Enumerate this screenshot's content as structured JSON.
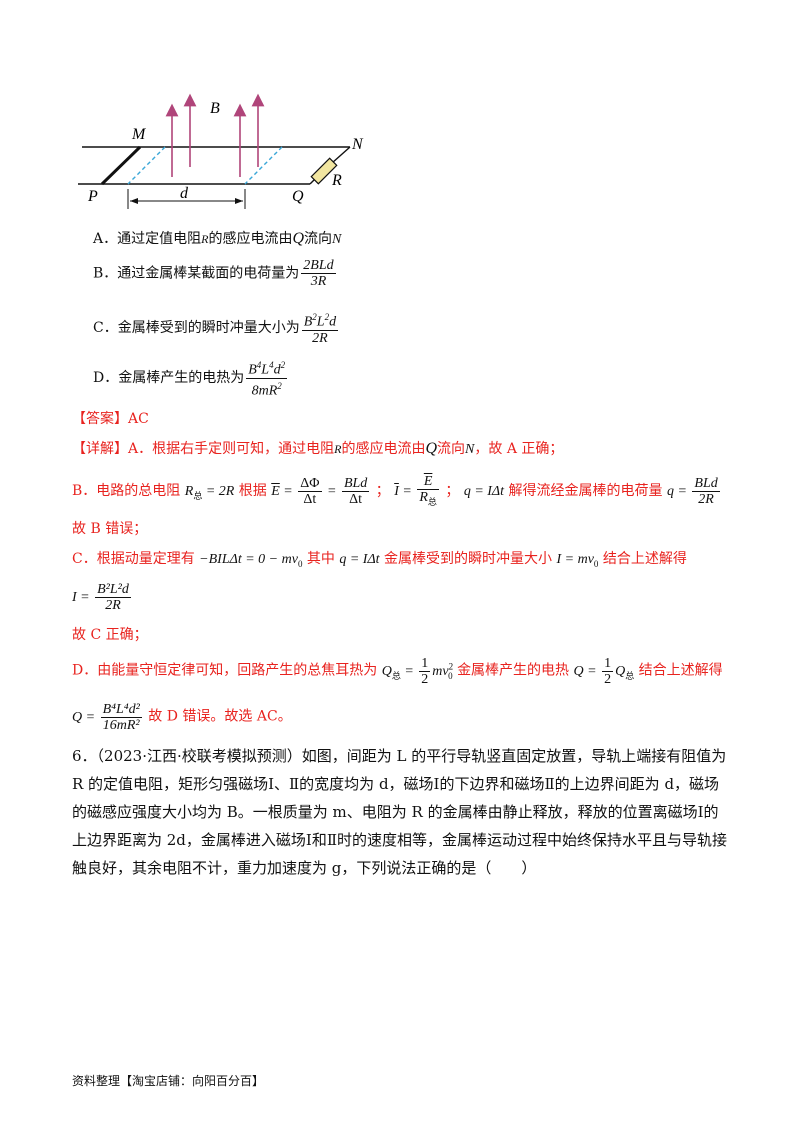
{
  "diagram": {
    "labels": {
      "B": "B",
      "M": "M",
      "N": "N",
      "P": "P",
      "Q": "Q",
      "R": "R",
      "d": "d"
    },
    "colors": {
      "field_arrow": "#b0457a",
      "dashed": "#3aa7d8",
      "resistor_fill": "#f2e6a0"
    }
  },
  "options": {
    "A": {
      "pre": "A．通过定值电阻",
      "var": "R",
      "mid": "的感应电流由",
      "from": "Q",
      "flow": "流向",
      "to": "N"
    },
    "B": {
      "pre": "B．通过金属棒某截面的电荷量为",
      "num": "2BLd",
      "den": "3R"
    },
    "C": {
      "pre": "C．金属棒受到的瞬时冲量大小为",
      "num_b": "B",
      "num_b_exp": "2",
      "num_l": "L",
      "num_l_exp": "2",
      "num_d": "d",
      "den": "2R"
    },
    "D": {
      "pre": "D．金属棒产生的电热为",
      "num_b": "B",
      "num_b_exp": "4",
      "num_l": "L",
      "num_l_exp": "4",
      "num_d": "d",
      "num_d_exp": "2",
      "den_pre": "8mR",
      "den_exp": "2"
    }
  },
  "answer": {
    "label": "【答案】",
    "value": "AC"
  },
  "explain": {
    "label": "【详解】",
    "a": {
      "pre": "A．根据右手定则可知，通过电阻",
      "var": "R",
      "mid": "的感应电流由",
      "from": "Q",
      "flow": "流向",
      "to": "N",
      "post": "，故 A 正确；"
    },
    "b": {
      "pre": "B．电路的总电阻",
      "r_total": "R",
      "r_sub": "总",
      "eq1": "= 2R",
      "t1": "根据",
      "e_sym": "E",
      "phi_num": "ΔΦ",
      "dt": "Δt",
      "bld": "BLd",
      "sep": "；",
      "i_sym": "I",
      "sep2": "；",
      "q_eq": "q = IΔt",
      "t2": "解得流经金属棒的电荷量",
      "q_sym": "q",
      "q_num": "BLd",
      "q_den": "2R",
      "end": "故 B 错误；"
    },
    "c": {
      "pre": "C．根据动量定理有",
      "eq1": "−BILΔt = 0 − mv",
      "eq1_sub": "0",
      "t1": "其中",
      "eq2": "q = IΔt",
      "t2": "金属棒受到的瞬时冲量大小",
      "eq3": "I = mv",
      "eq3_sub": "0",
      "t3": "结合上述解得",
      "res_lhs": "I =",
      "res_num": "B²L²d",
      "res_den": "2R",
      "end": "故 C 正确；"
    },
    "d": {
      "pre": "D．由能量守恒定律可知，回路产生的总焦耳热为",
      "q_sym": "Q",
      "q_sub": "总",
      "eq_half": "1",
      "eq_two": "2",
      "mv": "mv",
      "mv_sup": "2",
      "mv_sub": "0",
      "t1": "金属棒产生的电热",
      "q2": "Q =",
      "q2_tail": "Q",
      "q2_sub": "总",
      "t2": "结合上述解得",
      "res_lhs": "Q =",
      "res_num": "B⁴L⁴d²",
      "res_den": "16mR²",
      "t3": "故 D 错误。故选 AC。"
    }
  },
  "question6": {
    "text": "6．（2023·江西·校联考模拟预测）如图，间距为 L 的平行导轨竖直固定放置，导轨上端接有阻值为 R 的定值电阻，矩形匀强磁场Ⅰ、Ⅱ的宽度均为 d，磁场Ⅰ的下边界和磁场Ⅱ的上边界间距为 d，磁场的磁感应强度大小均为 B。一根质量为 m、电阻为 R 的金属棒由静止释放，释放的位置离磁场Ⅰ的上边界距离为 2d，金属棒进入磁场Ⅰ和Ⅱ时的速度相等，金属棒运动过程中始终保持水平且与导轨接触良好，其余电阻不计，重力加速度为 g，下列说法正确的是（　　）"
  },
  "footer": "资料整理【淘宝店铺：向阳百分百】"
}
